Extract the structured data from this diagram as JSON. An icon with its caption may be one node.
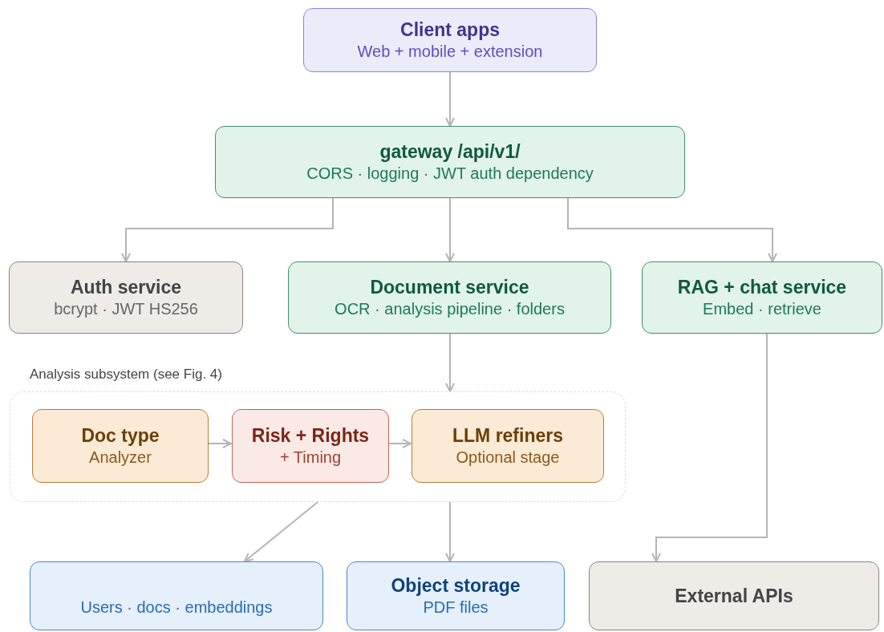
{
  "diagram": {
    "nodes": [
      {
        "text": [
          "Client apps",
          "Web + mobile + extension"
        ]
      },
      {
        "text": [
          "gateway /api/v1/",
          "CORS · logging · JWT auth dependency"
        ]
      },
      {
        "text": [
          "Auth service",
          "bcrypt · JWT HS256"
        ]
      },
      {
        "text": [
          "Document service",
          "OCR · analysis pipeline · folders"
        ]
      },
      {
        "text": [
          "RAG + chat service",
          "Embed · retrieve"
        ]
      },
      {
        "text": [
          "Analysis subsystem (see Fig. 4)"
        ]
      },
      {
        "text": [
          "Doc type",
          "Analyzer"
        ],
        "in": 5
      },
      {
        "text": [
          "Risk + Rights",
          "+ Timing"
        ],
        "in": 5
      },
      {
        "text": [
          "LLM refiners",
          "Optional stage"
        ],
        "in": 5
      },
      {
        "text": [
          "Users · docs · embeddings"
        ]
      },
      {
        "text": [
          "Object storage",
          "PDF files"
        ]
      },
      {
        "text": [
          "External APIs"
        ]
      }
    ],
    "edges": [
      {
        "from": 0,
        "to": 1,
        "arrow": "to"
      },
      {
        "from": 1,
        "to": 2,
        "arrow": "to"
      },
      {
        "from": 1,
        "to": 3,
        "arrow": "to"
      },
      {
        "from": 1,
        "to": 4,
        "arrow": "to"
      },
      {
        "from": 3,
        "to": 5,
        "arrow": "to"
      },
      {
        "from": 6,
        "to": 7,
        "arrow": "to"
      },
      {
        "from": 7,
        "to": 8,
        "arrow": "to"
      },
      {
        "from": 5,
        "to": 9,
        "arrow": "to"
      },
      {
        "from": 5,
        "to": 10,
        "arrow": "to"
      },
      {
        "from": 4,
        "to": 11,
        "arrow": "to"
      }
    ]
  }
}
